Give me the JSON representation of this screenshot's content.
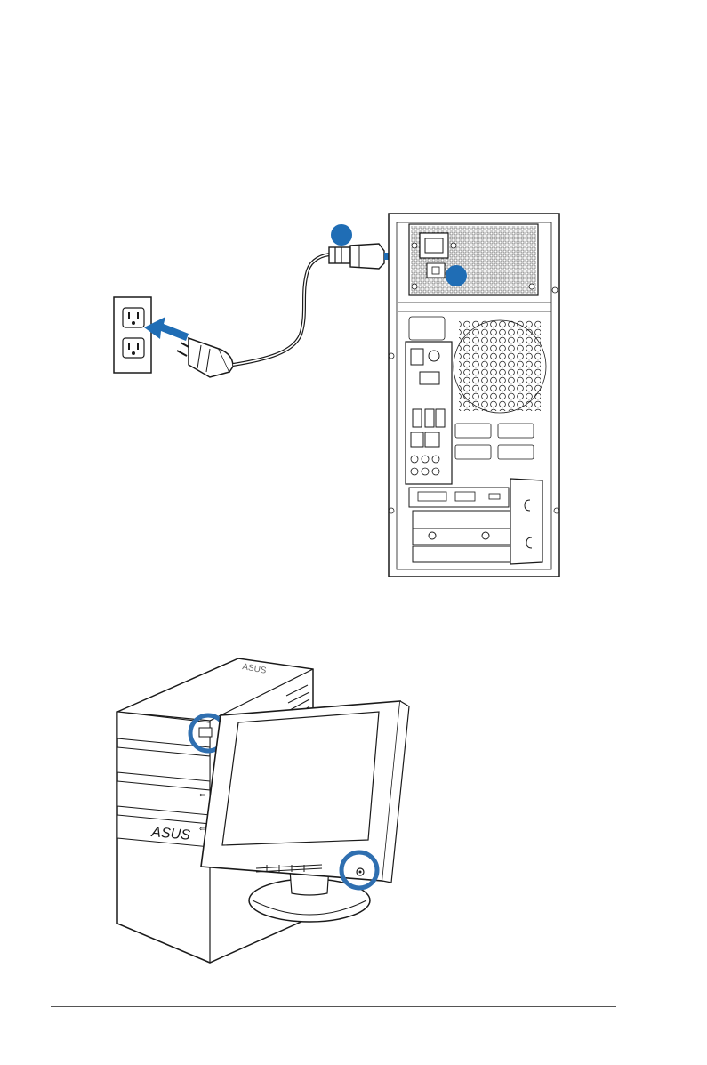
{
  "figure_power": {
    "outlet": {
      "name": "wall-outlet"
    },
    "callout_1": {
      "label": "",
      "color": "#1f6db5"
    },
    "callout_2": {
      "label": "",
      "color": "#1f6db5"
    },
    "arrow_color": "#1f6db5"
  },
  "figure_power_on": {
    "case_logo": "ASUS",
    "highlight_color": "#2f6fb0",
    "callouts": [
      "system-power-button",
      "monitor-power-button"
    ]
  },
  "colors": {
    "line": "#1a1a1a",
    "accent": "#1f6db5"
  }
}
